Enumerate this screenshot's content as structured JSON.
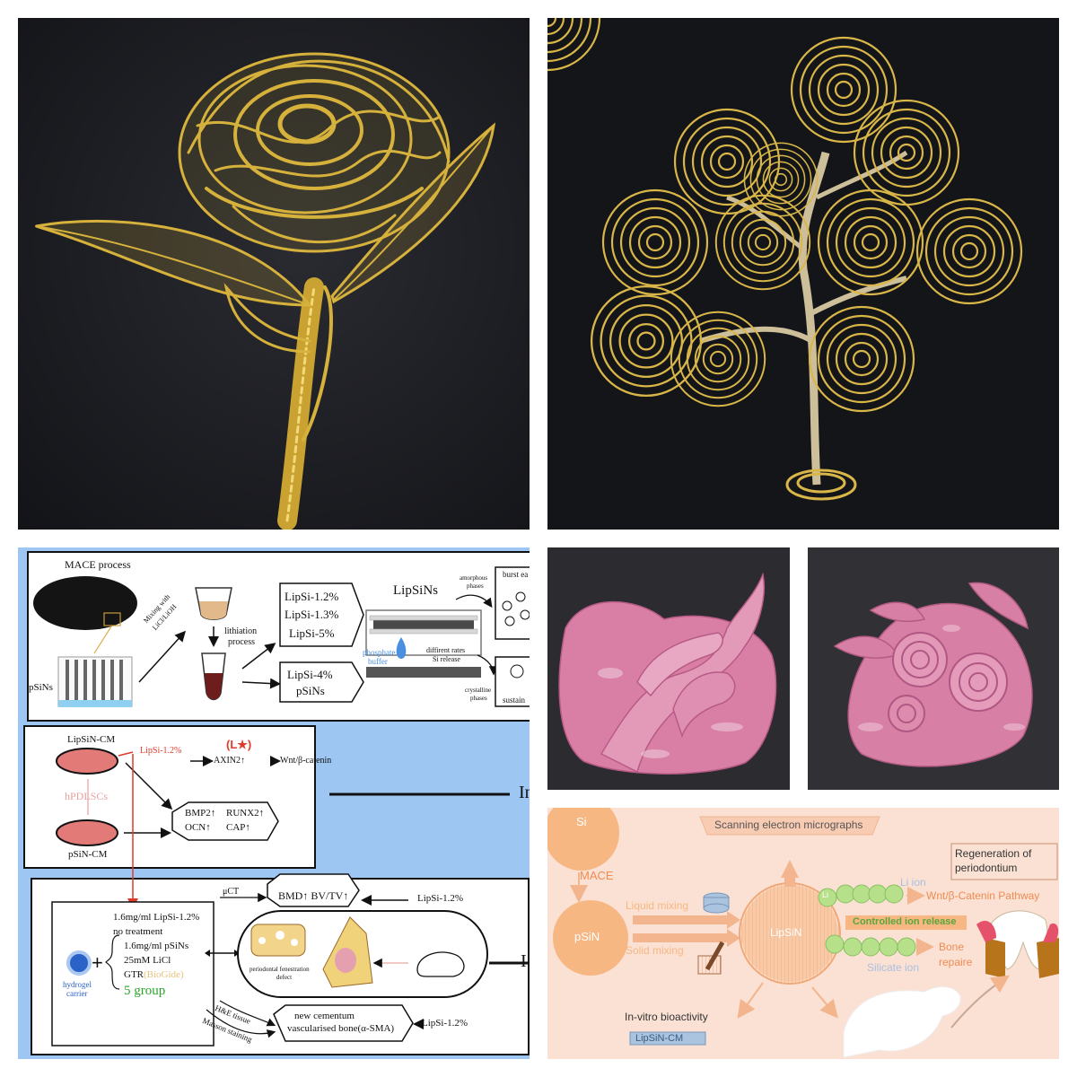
{
  "schematic": {
    "section1": {
      "mace_process": "MACE process",
      "psins": "pSiNs",
      "mixing_line1": "Mixing with",
      "mixing_line2": "LiCl/LiOH",
      "lithiation_line1": "lithiation",
      "lithiation_line2": "process",
      "lipsi_12": "LipSi-1.2%",
      "lipsi_13": "LipSi-1.3%",
      "lipsi_5": "LipSi-5%",
      "lipsi_4": "LipSi-4%",
      "psins_box": "pSiNs",
      "lipsins_title": "LipSiNs",
      "phosphate_line1": "phosphate",
      "phosphate_line2": "buffer",
      "rates_line1": "diffirent rates",
      "rates_line2": "Si release",
      "amorphous_line1": "amorphous",
      "amorphous_line2": "phases",
      "crystalline_line1": "crystalline",
      "crystalline_line2": "phases",
      "burst": "burst ea",
      "sustain": "sustain"
    },
    "section2": {
      "lipsin_cm": "LipSiN-CM",
      "lipsi_12": "LipSi-1.2%",
      "axin2": "AXIN2↑",
      "wnt": "Wnt/β-catenin",
      "best_mark": "(L★)",
      "hpdlscs": "hPDLSCs",
      "psin_cm": "pSiN-CM",
      "bmp2": "BMP2↑",
      "runx2": "RUNX2↑",
      "ocn": "OCN↑",
      "cap": "CAP↑",
      "side_label_1": "In"
    },
    "section3": {
      "group_lines": [
        "1.6mg/ml LipSi-1.2%",
        "no treatment",
        "1.6mg/ml pSiNs",
        "25mM LiCl"
      ],
      "gtr_prefix": "GTR",
      "gtr_suffix": "(BioGide)",
      "five_group": "5 group",
      "hydrogel_line1": "hydrogel",
      "hydrogel_line2": "carrier",
      "plus": "+",
      "muct": "μCT",
      "bmd": "BMD↑ BV/TV↑",
      "lipsi_12_a": "LipSi-1.2%",
      "defect_line1": "periodontal fenestration",
      "defect_line2": "defect",
      "he_tissue": "H&E tissue",
      "masson": "Masson staining",
      "cementum_line1": "new cementum",
      "cementum_line2": "vascularised bone(α-SMA)",
      "lipsi_12_b": "LipSi-1.2%",
      "side_label_2": "I"
    }
  },
  "abstract": {
    "si": "Si",
    "mace": "MACE",
    "psin": "pSiN",
    "liquid_mixing": "Liquid mixing",
    "solid_mixing": "Solid mixing",
    "lipsin": "LipSiN",
    "sem": "Scanning electron micrographs",
    "regen_line1": "Regeneration of",
    "regen_line2": "periodontium",
    "li_bead": "Li",
    "li_ion": "Li ion",
    "wnt": "Wnt/β-Catenin Pathway",
    "controlled": "Controlled ion release",
    "silicate_ion": "Silicate ion",
    "bone_line1": "Bone",
    "bone_line2": "repaire",
    "invitro": "In-vitro bioactivity",
    "lipsin_cm": "LipSiN-CM"
  },
  "colors": {
    "wire_gold": "#d6b13c",
    "clay_pink": "#d97fa6",
    "salmon_bg": "#fbe1d3",
    "orange_disc": "#f6b783",
    "blue_bg": "#9ec6f2"
  }
}
